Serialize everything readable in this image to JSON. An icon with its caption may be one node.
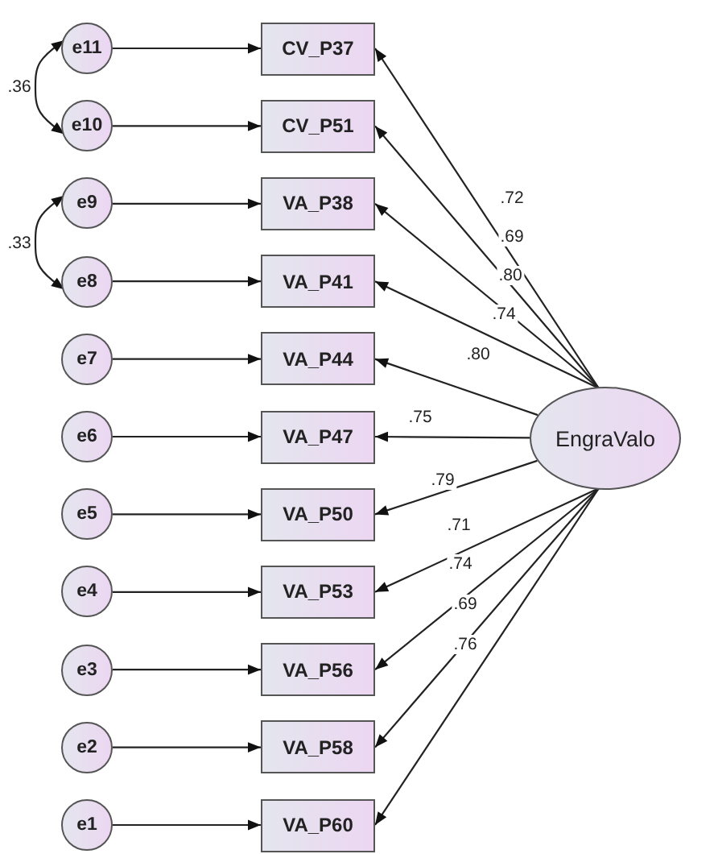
{
  "diagram": {
    "nodes": [
      {
        "text": [
          "e11"
        ]
      },
      {
        "text": [
          "CV_P37"
        ]
      },
      {
        "text": [
          "e10"
        ]
      },
      {
        "text": [
          "CV_P51"
        ]
      },
      {
        "text": [
          "e9"
        ]
      },
      {
        "text": [
          "VA_P38"
        ]
      },
      {
        "text": [
          "e8"
        ]
      },
      {
        "text": [
          "VA_P41"
        ]
      },
      {
        "text": [
          "e7"
        ]
      },
      {
        "text": [
          "VA_P44"
        ]
      },
      {
        "text": [
          "e6"
        ]
      },
      {
        "text": [
          "VA_P47"
        ]
      },
      {
        "text": [
          "e5"
        ]
      },
      {
        "text": [
          "VA_P50"
        ]
      },
      {
        "text": [
          "e4"
        ]
      },
      {
        "text": [
          "VA_P53"
        ]
      },
      {
        "text": [
          "e3"
        ]
      },
      {
        "text": [
          "VA_P56"
        ]
      },
      {
        "text": [
          "e2"
        ]
      },
      {
        "text": [
          "VA_P58"
        ]
      },
      {
        "text": [
          "e1"
        ]
      },
      {
        "text": [
          "VA_P60"
        ]
      },
      {
        "text": [
          "EngraValo"
        ]
      }
    ],
    "edges": [
      {
        "from": 0,
        "to": 1,
        "arrow": "to"
      },
      {
        "from": 2,
        "to": 3,
        "arrow": "to"
      },
      {
        "from": 4,
        "to": 5,
        "arrow": "to"
      },
      {
        "from": 6,
        "to": 7,
        "arrow": "to"
      },
      {
        "from": 8,
        "to": 9,
        "arrow": "to"
      },
      {
        "from": 10,
        "to": 11,
        "arrow": "to"
      },
      {
        "from": 12,
        "to": 13,
        "arrow": "to"
      },
      {
        "from": 14,
        "to": 15,
        "arrow": "to"
      },
      {
        "from": 16,
        "to": 17,
        "arrow": "to"
      },
      {
        "from": 18,
        "to": 19,
        "arrow": "to"
      },
      {
        "from": 20,
        "to": 21,
        "arrow": "to"
      },
      {
        "from": 0,
        "to": 2,
        "arrow": "both",
        "label": ".36"
      },
      {
        "from": 4,
        "to": 6,
        "arrow": "both",
        "label": ".33"
      },
      {
        "from": 22,
        "to": 1,
        "arrow": "to",
        "label": ".72"
      },
      {
        "from": 22,
        "to": 3,
        "arrow": "to",
        "label": ".69"
      },
      {
        "from": 22,
        "to": 5,
        "arrow": "to",
        "label": ".80"
      },
      {
        "from": 22,
        "to": 7,
        "arrow": "to",
        "label": ".74"
      },
      {
        "from": 22,
        "to": 9,
        "arrow": "to",
        "label": ".80"
      },
      {
        "from": 22,
        "to": 11,
        "arrow": "to",
        "label": ".75"
      },
      {
        "from": 22,
        "to": 13,
        "arrow": "to",
        "label": ".79"
      },
      {
        "from": 22,
        "to": 15,
        "arrow": "to",
        "label": ".71"
      },
      {
        "from": 22,
        "to": 17,
        "arrow": "to",
        "label": ".74"
      },
      {
        "from": 22,
        "to": 19,
        "arrow": "to",
        "label": ".69"
      },
      {
        "from": 22,
        "to": 21,
        "arrow": "to",
        "label": ".76"
      }
    ]
  }
}
